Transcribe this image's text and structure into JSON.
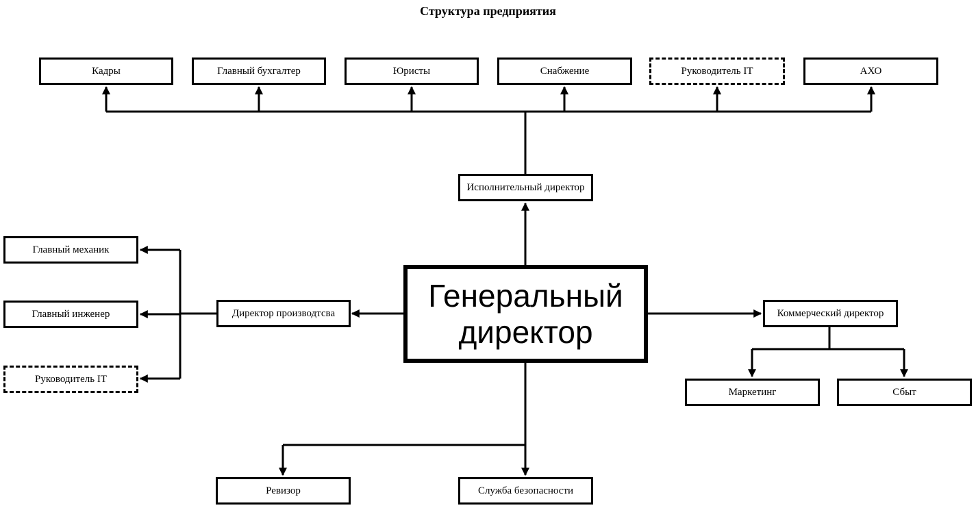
{
  "title": "Структура предприятия",
  "ceo": "Генеральный директор",
  "top_row": {
    "hr": "Кадры",
    "chief_accountant": "Главный бухгалтер",
    "lawyers": "Юристы",
    "supply": "Снабжение",
    "it_head": "Руководитель IT",
    "aho": "АХО"
  },
  "executive_director": "Исполнительный директор",
  "production": {
    "director": "Директор производтсва",
    "chief_mechanic": "Главный механик",
    "chief_engineer": "Главный инженер",
    "it_head": "Руководитель IT"
  },
  "commercial": {
    "director": "Коммерческий директор",
    "marketing": "Маркетинг",
    "sales": "Сбыт"
  },
  "bottom": {
    "auditor": "Ревизор",
    "security": "Служба безопасности"
  }
}
